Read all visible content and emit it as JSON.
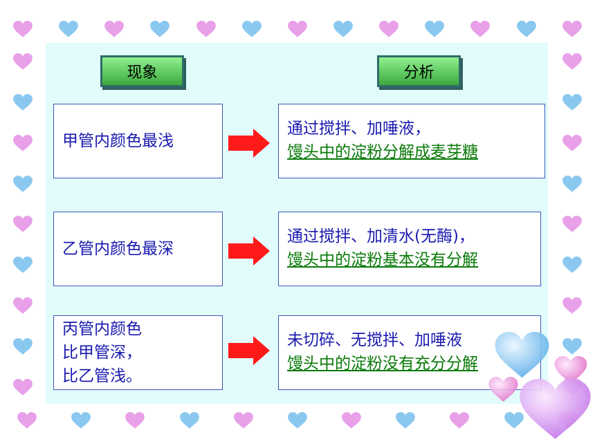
{
  "headers": {
    "phenomenon": "现象",
    "analysis": "分析"
  },
  "rows": [
    {
      "phenomenon_lines": [
        "甲管内颜色最浅"
      ],
      "cause": "通过搅拌、加唾液，",
      "analysis": "馒头中的淀粉分解成麦芽糖"
    },
    {
      "phenomenon_lines": [
        "乙管内颜色最深"
      ],
      "cause": "通过搅拌、加清水(无酶)，",
      "analysis": "馒头中的淀粉基本没有分解"
    },
    {
      "phenomenon_lines": [
        "丙管内颜色",
        "比甲管深，",
        "比乙管浅。"
      ],
      "cause": "未切碎、无搅拌、加唾液",
      "analysis": "馒头中的淀粉没有充分分解"
    }
  ],
  "colors": {
    "arrow": "#ff1a1a",
    "heart_pink": "#e8a0e8",
    "heart_blue": "#8ac8f0",
    "text_blue": "#1a1ab0",
    "text_green": "#0a7a0a"
  },
  "icons": [
    "heart-icon",
    "arrow-right-icon"
  ]
}
